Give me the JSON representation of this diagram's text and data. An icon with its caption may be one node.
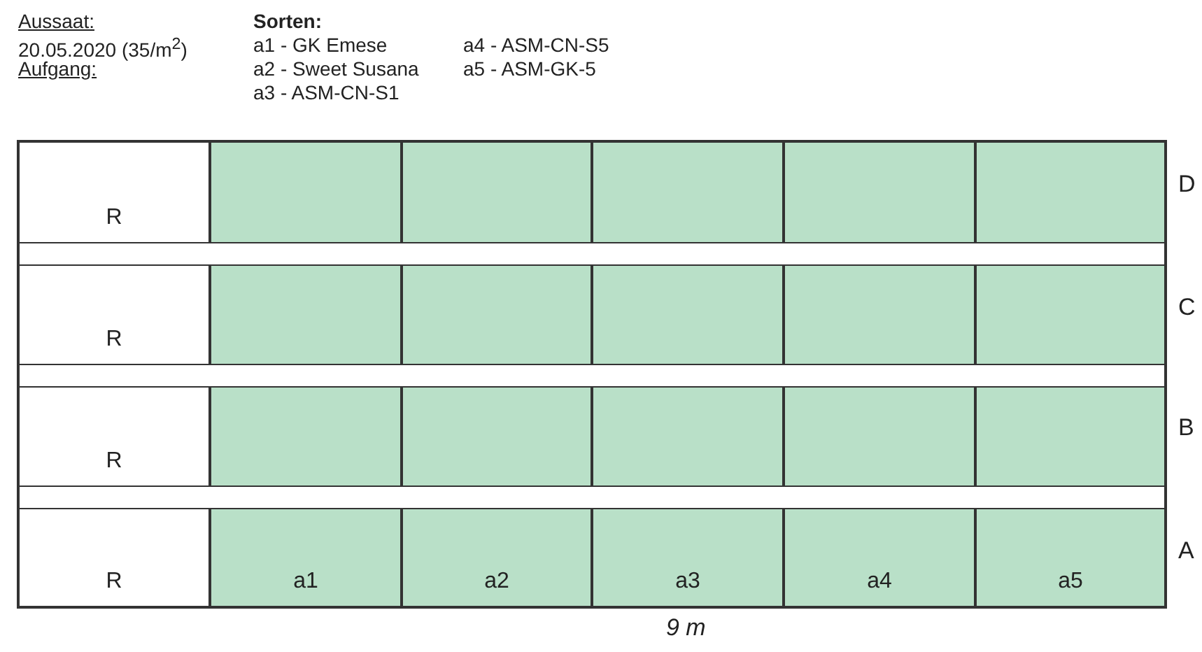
{
  "diagram": {
    "nodes": [
      {
        "text": [
          "R"
        ]
      },
      {
        "text": [],
        "shape": "box"
      },
      {
        "text": [],
        "shape": "box"
      },
      {
        "text": [],
        "shape": "box"
      },
      {
        "text": [],
        "shape": "box"
      },
      {
        "text": [],
        "shape": "box"
      },
      {
        "text": [
          "R"
        ]
      },
      {
        "text": [],
        "shape": "box"
      },
      {
        "text": [],
        "shape": "box"
      },
      {
        "text": [],
        "shape": "box"
      },
      {
        "text": [],
        "shape": "box"
      },
      {
        "text": [],
        "shape": "box"
      },
      {
        "text": [
          "R"
        ]
      },
      {
        "text": [],
        "shape": "box"
      },
      {
        "text": [],
        "shape": "box"
      },
      {
        "text": [],
        "shape": "box"
      },
      {
        "text": [],
        "shape": "box"
      },
      {
        "text": [],
        "shape": "box"
      },
      {
        "text": [
          "R"
        ]
      },
      {
        "text": [
          "a1"
        ]
      },
      {
        "text": [
          "a2"
        ]
      },
      {
        "text": [
          "a3"
        ]
      },
      {
        "text": [
          "a4"
        ]
      },
      {
        "text": [
          "a5"
        ]
      }
    ],
    "edges": [],
    "labels": [
      "Aussaat:",
      "Sorten:",
      "20.05.2020 (35/m$^{2}$)",
      "a1 - GK Emese",
      "a4 - ASM-CN-S5",
      "Aufgang:",
      "a2 - Sweet Susana",
      "a5 - ASM-GK-5",
      "a3 - ASM-CN-S1",
      "D",
      "C",
      "B",
      "A",
      "9 m"
    ]
  }
}
